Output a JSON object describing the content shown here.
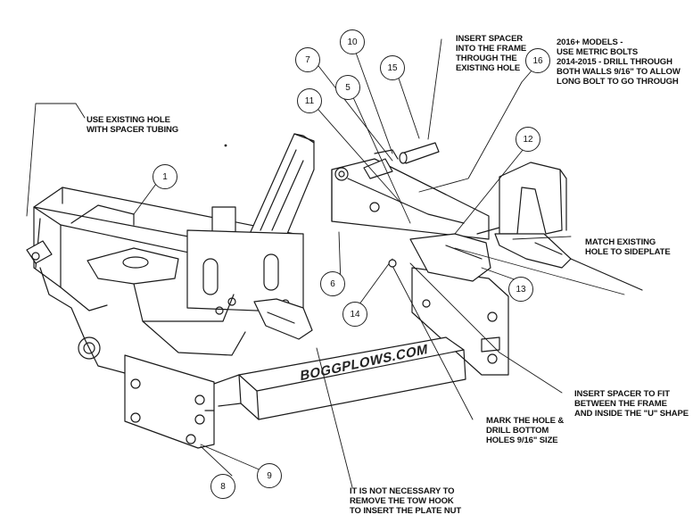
{
  "notes": {
    "use_existing_hole": [
      "USE EXISTING HOLE",
      "WITH SPACER TUBING"
    ],
    "insert_spacer_into_frame": [
      "INSERT SPACER",
      "INTO THE FRAME",
      "THROUGH THE",
      "EXISTING HOLE"
    ],
    "metric_bolts": [
      "2016+ MODELS -",
      "USE METRIC BOLTS",
      "2014-2015 - DRILL THROUGH",
      "BOTH WALLS 9/16\" TO ALLOW",
      "LONG BOLT TO GO THROUGH"
    ],
    "match_existing_hole": [
      "MATCH EXISTING",
      "HOLE TO SIDEPLATE"
    ],
    "insert_spacer_fit": [
      "INSERT SPACER TO FIT",
      "BETWEEN THE FRAME",
      "AND INSIDE THE \"U\" SHAPE"
    ],
    "mark_hole_drill": [
      "MARK THE HOLE &",
      "DRILL BOTTOM",
      "HOLES 9/16\" SIZE"
    ],
    "tow_hook": [
      "IT IS NOT NECESSARY TO",
      "REMOVE THE TOW HOOK",
      "TO INSERT THE PLATE NUT"
    ]
  },
  "callouts": [
    "1",
    "5",
    "6",
    "7",
    "8",
    "9",
    "10",
    "11",
    "12",
    "13",
    "14",
    "15",
    "16"
  ],
  "brand_text": "BOGGPLOWS.COM"
}
